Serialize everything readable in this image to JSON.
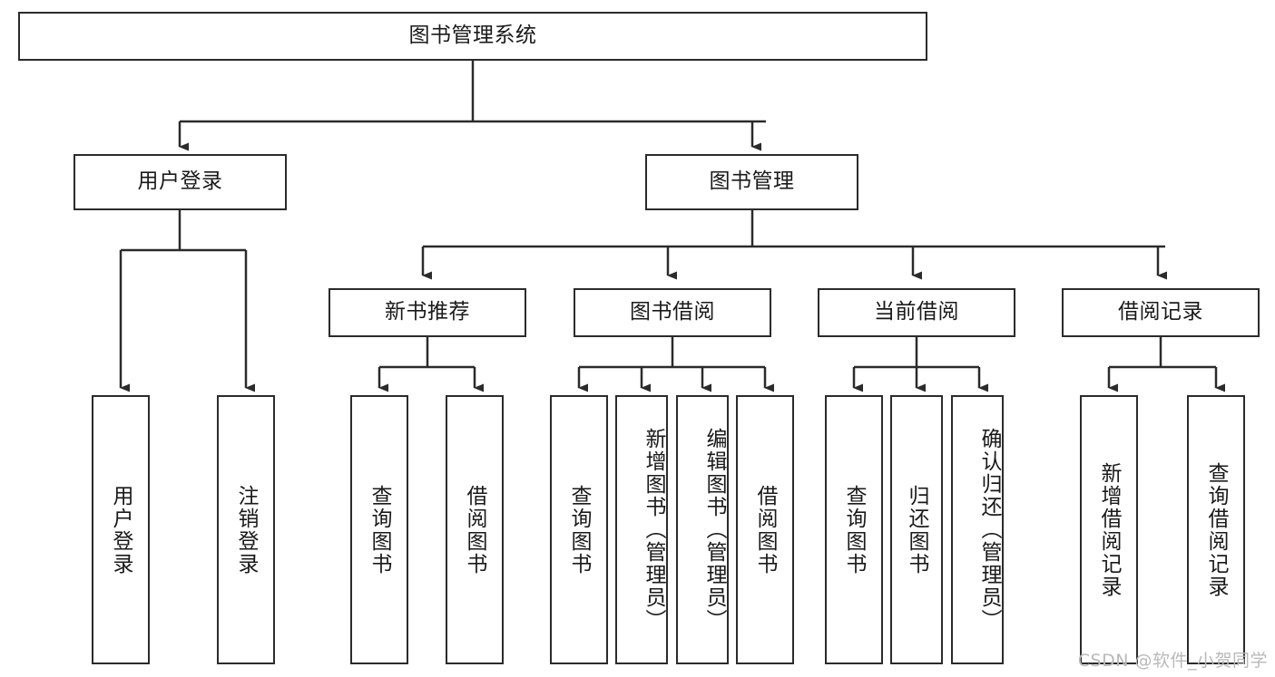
{
  "diagram": {
    "title": "图书管理系统",
    "type": "tree",
    "watermark": "CSDN @软件_小贺同学",
    "colors": {
      "border": "#2b2b2b",
      "background": "#ffffff",
      "text": "#1a1a1a",
      "watermark": "#b9b9b9"
    },
    "root": {
      "label": "图书管理系统"
    },
    "level2": [
      {
        "label": "用户登录"
      },
      {
        "label": "图书管理"
      }
    ],
    "level3": [
      {
        "label": "新书推荐"
      },
      {
        "label": "图书借阅"
      },
      {
        "label": "当前借阅"
      },
      {
        "label": "借阅记录"
      }
    ],
    "leaves": {
      "user_login": [
        {
          "label": "用户登录"
        },
        {
          "label": "注销登录"
        }
      ],
      "new_book": [
        {
          "label": "查询图书"
        },
        {
          "label": "借阅图书"
        }
      ],
      "book_borrow": [
        {
          "label": "查询图书"
        },
        {
          "label": "新增图书（管理员）"
        },
        {
          "label": "编辑图书（管理员）"
        },
        {
          "label": "借阅图书"
        }
      ],
      "current_borrow": [
        {
          "label": "查询图书"
        },
        {
          "label": "归还图书"
        },
        {
          "label": "确认归还（管理员）"
        }
      ],
      "borrow_record": [
        {
          "label": "新增借阅记录"
        },
        {
          "label": "查询借阅记录"
        }
      ]
    }
  }
}
